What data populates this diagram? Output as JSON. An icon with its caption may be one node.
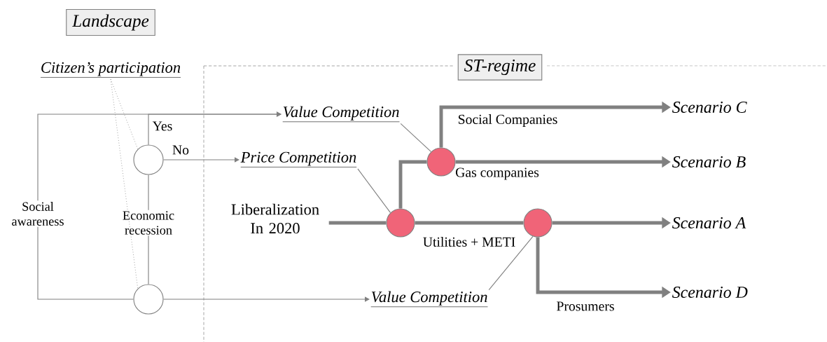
{
  "diagram": {
    "nodes": [
      {
        "text": [
          "Landscape"
        ]
      },
      {
        "text": [
          "ST-regime"
        ]
      },
      {
        "text": [
          "Citizen’s participation"
        ]
      },
      {
        "text": [
          "Social awareness"
        ]
      },
      {
        "text": [
          "Economic recession"
        ]
      },
      {
        "text": [],
        "shape": "circle"
      },
      {
        "text": [],
        "shape": "circle"
      },
      {
        "text": [
          "Value Competition"
        ]
      },
      {
        "text": [
          "Price Competition"
        ]
      },
      {
        "text": [
          "Value Competition"
        ]
      },
      {
        "text": [
          "Liberalization In 2020"
        ]
      },
      {
        "text": [],
        "shape": "circle"
      },
      {
        "text": [],
        "shape": "circle"
      },
      {
        "text": [],
        "shape": "circle"
      },
      {
        "text": [
          "Scenario C"
        ]
      },
      {
        "text": [
          "Scenario B"
        ]
      },
      {
        "text": [
          "Scenario A"
        ]
      },
      {
        "text": [
          "Scenario D"
        ]
      }
    ],
    "edges": [
      {
        "from": 3,
        "to": 7,
        "arrow": "to"
      },
      {
        "from": 3,
        "to": 6,
        "arrow": "none"
      },
      {
        "from": 5,
        "to": 7,
        "arrow": "to",
        "label": "Yes"
      },
      {
        "from": 5,
        "to": 8,
        "arrow": "to",
        "label": "No"
      },
      {
        "from": 4,
        "to": 5,
        "arrow": "none"
      },
      {
        "from": 4,
        "to": 6,
        "arrow": "none"
      },
      {
        "from": 2,
        "to": 5,
        "arrow": "none",
        "style": "dashed"
      },
      {
        "from": 2,
        "to": 6,
        "arrow": "none",
        "style": "dashed"
      },
      {
        "from": 6,
        "to": 9,
        "arrow": "to"
      },
      {
        "from": 7,
        "to": 12,
        "arrow": "none"
      },
      {
        "from": 8,
        "to": 11,
        "arrow": "none"
      },
      {
        "from": 9,
        "to": 13,
        "arrow": "none"
      },
      {
        "from": 10,
        "to": 11,
        "arrow": "none",
        "style": "thick"
      },
      {
        "from": 11,
        "to": 13,
        "arrow": "none",
        "style": "thick",
        "label": "Utilities + METI"
      },
      {
        "from": 11,
        "to": 12,
        "arrow": "none",
        "style": "thick"
      },
      {
        "from": 12,
        "to": 14,
        "arrow": "to",
        "style": "thick",
        "label": "Social Companies"
      },
      {
        "from": 12,
        "to": 15,
        "arrow": "to",
        "style": "thick",
        "label": "Gas companies"
      },
      {
        "from": 13,
        "to": 16,
        "arrow": "to",
        "style": "thick"
      },
      {
        "from": 13,
        "to": 17,
        "arrow": "to",
        "style": "thick",
        "label": "Prosumers"
      }
    ]
  }
}
